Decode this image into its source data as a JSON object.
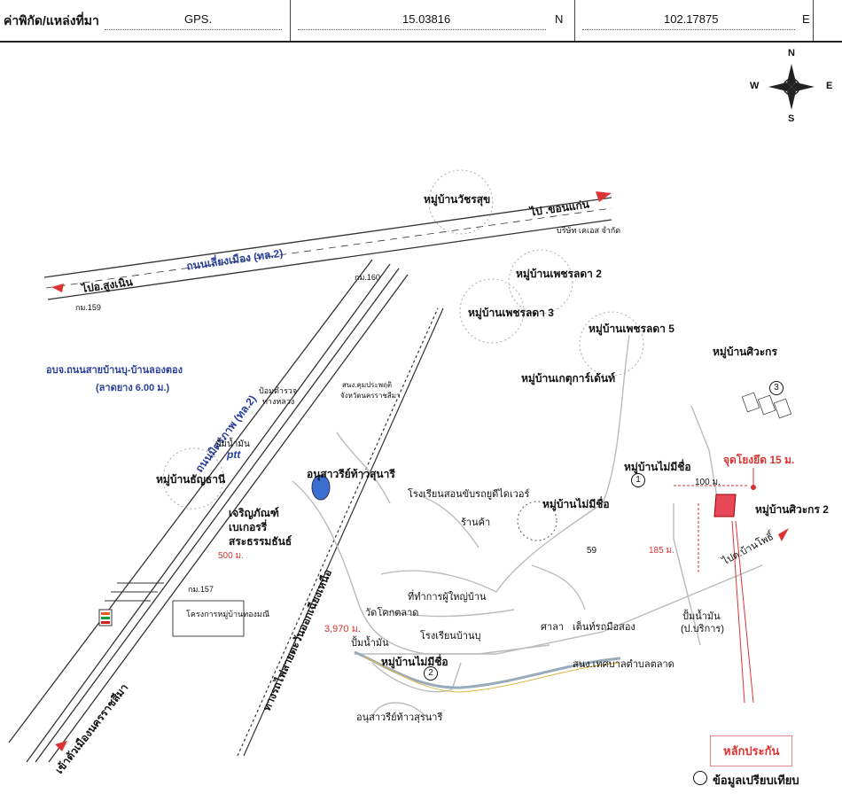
{
  "header": {
    "coord_label": "ค่าพิกัด/แหล่งที่มา",
    "source": "GPS.",
    "lat": "15.03816",
    "lat_dir": "N",
    "lon": "102.17875",
    "lon_dir": "E"
  },
  "compass": {
    "n": "N",
    "s": "S",
    "e": "E",
    "w": "W"
  },
  "roads": {
    "highway": "ถนนเลี่ยงเมือง (ทล.2)",
    "mitraphap": "ถนนมิตรภาพ (ทล.2)",
    "to_sungnoen": "ไปอ.สูงเนิน",
    "to_khonkaen": "ไป .ขอนแก่น",
    "to_ban_pho": "ไปต.บ้านโพธิ์",
    "to_nakhon": "เข้าตัวเมืองนครราชสีมา",
    "railway": "ทางรถไฟสายตะวันออกเฉียงเหนือ",
    "km159": "กม.159",
    "km160": "กม.160",
    "km157": "กม.157",
    "rural_road_1": "อบจ.ถนนสายบ้านบุ-บ้านลองตอง",
    "rural_road_2": "(ลาดยาง 6.00 ม.)"
  },
  "places": {
    "watcharasuk": "หมู่บ้านวัชรสุข",
    "kdn": "บริษัท เคเอส จำกัด",
    "phetlada2": "หมู่บ้านเพชรลดา 2",
    "phetlada3": "หมู่บ้านเพชรลดา 3",
    "phetlada5": "หมู่บ้านเพชรลดา 5",
    "kasettara": "หมู่บ้านเกตุการ์เด้นท์",
    "siwakorn": "หมู่บ้านศิวะกร",
    "siwakorn2": "หมู่บ้านศิวะกร 2",
    "thanya": "หมู่บ้านธัญธานี",
    "police": "ป้อมตำรวจ",
    "police2": "ทางหลวง",
    "office1": "สนง.คุมประพฤติ",
    "office2": "จังหวัดนครราชสีมา",
    "ptt_station": "ปั้มน้ำมัน",
    "ptt": "ptt",
    "monument": "อนุสาวรีย์ท้าวสุนารี",
    "bakery1": "เจริญภัณฑ์",
    "bakery2": "เบเกอรรี่",
    "pond": "สระธรรมธันธ์",
    "school_intl": "โรงเรียนสอนขับรถยูดีไดเวอร์",
    "shop": "ร้านค้า",
    "no_name_village": "หมู่บ้านไม่มีชื่อ",
    "no_name_village_1": "หมู่บ้านไม่มีชื่อ",
    "no_name_village_2": "หมู่บ้านไม่มีชื่อ",
    "headman_office": "ที่ทำการผู้ใหญ่บ้าน",
    "wat": "วัดโคกตลาด",
    "school": "โรงเรียนบ้านบุ",
    "sala": "ศาลา",
    "tent": "เต็นท์รถมือสอง",
    "municipal": "สนง.เทศบาลตำบลตลาด",
    "gas2": "ปั้มน้ำมัน",
    "gas2_sub": "(ป.บริการ)",
    "gas3": "ปั้มน้ำมัน",
    "monument2": "อนุสาวรีย์ท้าวสุรนารี",
    "project": "โครงการหมู่บ้านทองมณี",
    "dist_3970": "3,970 ม.",
    "dist_500": "500 ม.",
    "dist_100": "100 ม.",
    "dist_185": "185 ม.",
    "dist_59": "59",
    "tie_point": "จุดโยงยึด 15 ม."
  },
  "markers": {
    "m1": "1",
    "m2": "2",
    "m3": "3"
  },
  "legend": {
    "collateral": "หลักประกัน",
    "comparison": "ข้อมูลเปรียบเทียบ"
  }
}
